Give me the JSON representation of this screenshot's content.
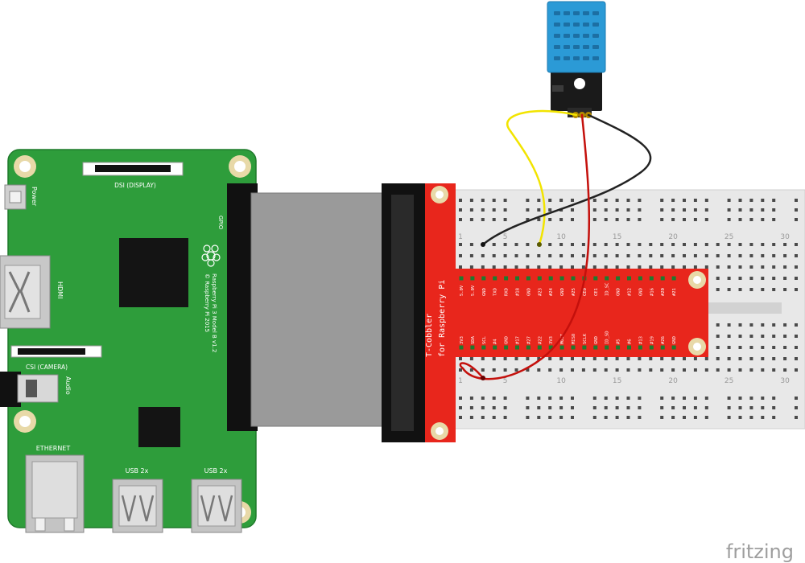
{
  "pi": {
    "dsi_label": "DSI (DISPLAY)",
    "csi_label": "CSI (CAMERA)",
    "power_label": "Power",
    "hdmi_label": "HDMI",
    "audio_label": "Audio",
    "ethernet_label": "ETHERNET",
    "usb_label_1": "USB 2x",
    "usb_label_2": "USB 2x",
    "gpio_label": "GPIO",
    "model_line1": "Raspberry Pi 3 Model B v1.2",
    "model_line2": "© Raspberry Pi 2015"
  },
  "cobbler": {
    "title_line1": "T-Cobbler",
    "title_line2": "for Raspberry Pi",
    "top_pins": [
      "5.0V",
      "5.0V",
      "GND",
      "TXD",
      "RXD",
      "#18",
      "GND",
      "#23",
      "#24",
      "GND",
      "#25",
      "CE0",
      "CE1",
      "ID_SC",
      "GND",
      "#12",
      "GND",
      "#16",
      "#20",
      "#21"
    ],
    "bottom_pins": [
      "3V3",
      "SDA",
      "SCL",
      "#4",
      "GND",
      "#17",
      "#27",
      "#22",
      "3V3",
      "MOSI",
      "MISO",
      "SCLK",
      "GND",
      "ID_SD",
      "#5",
      "#6",
      "#13",
      "#19",
      "#26",
      "GND"
    ]
  },
  "breadboard": {
    "col_numbers": [
      "1",
      "5",
      "10",
      "15",
      "20",
      "25",
      "30"
    ]
  },
  "watermark": "fritzing",
  "colors": {
    "pi_green": "#2e9d3b",
    "cobbler_red": "#e8261c",
    "sensor_blue": "#2b9ad6",
    "wire_yellow": "#f2e400",
    "wire_red": "#c4100c",
    "wire_black": "#222222"
  }
}
